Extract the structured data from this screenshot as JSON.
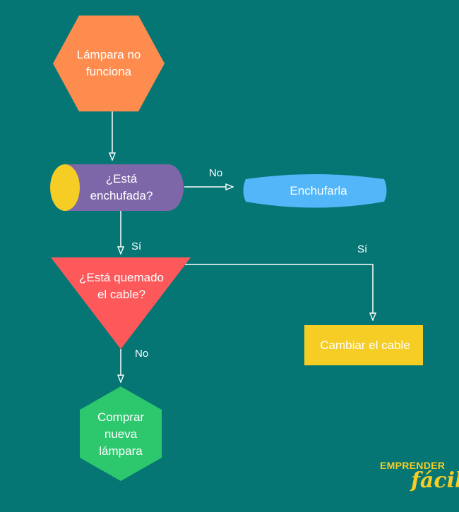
{
  "colors": {
    "background": "#057674",
    "start": "#fd8c4e",
    "question1": "#7e67a8",
    "question1_cap": "#f5cd25",
    "action_plug": "#52b6f9",
    "question2": "#fd595b",
    "action_cable": "#f5cd25",
    "end": "#2dc86d",
    "line": "#ffffff"
  },
  "nodes": {
    "start": {
      "line1": "Lámpara no",
      "line2": "funciona"
    },
    "q1": {
      "line1": "¿Está",
      "line2": "enchufada?"
    },
    "plug": {
      "line1": "Enchufarla"
    },
    "q2": {
      "line1": "¿Está quemado",
      "line2": "el cable?"
    },
    "cable": {
      "line1": "Cambiar el cable"
    },
    "end": {
      "line1": "Comprar",
      "line2": "nueva",
      "line3": "lámpara"
    }
  },
  "edges": {
    "q1_no": "No",
    "q1_yes": "Sí",
    "q2_yes": "Sí",
    "q2_no": "No"
  },
  "logo": {
    "top": "EMPRENDER",
    "bottom": "fácil"
  }
}
